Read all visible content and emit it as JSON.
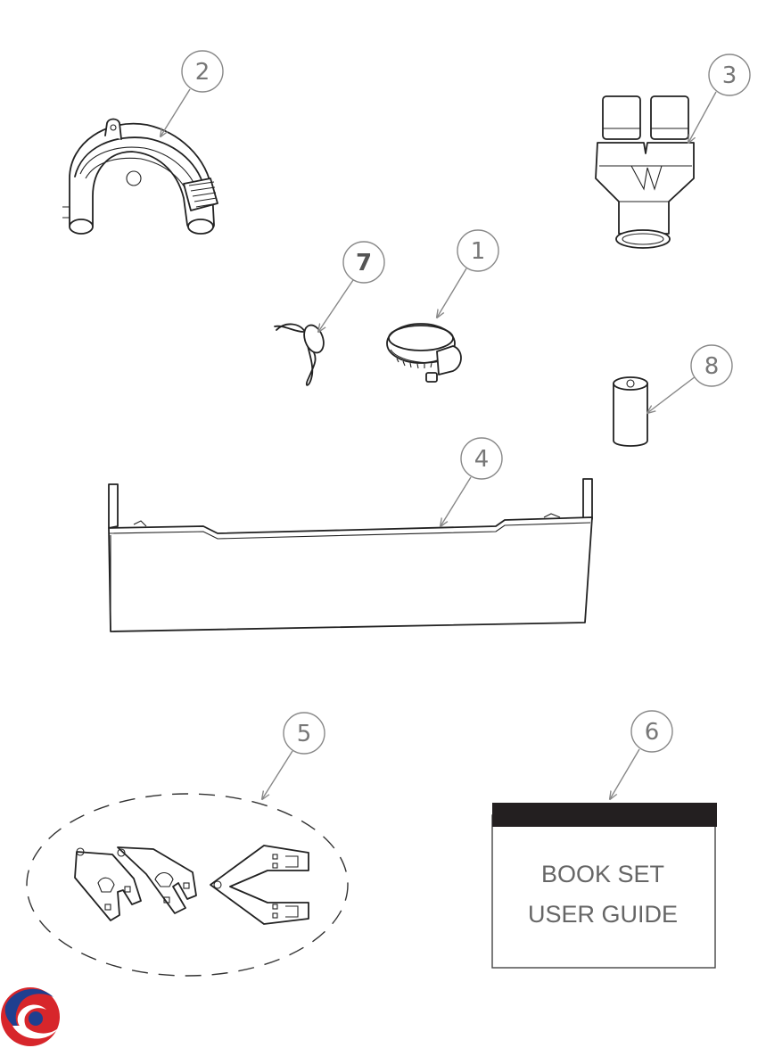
{
  "callouts": [
    {
      "id": "2",
      "label": "2",
      "bold": false
    },
    {
      "id": "3",
      "label": "3",
      "bold": false
    },
    {
      "id": "7",
      "label": "7",
      "bold": true
    },
    {
      "id": "1",
      "label": "1",
      "bold": false
    },
    {
      "id": "8",
      "label": "8",
      "bold": false
    },
    {
      "id": "4",
      "label": "4",
      "bold": false
    },
    {
      "id": "5",
      "label": "5",
      "bold": false
    },
    {
      "id": "6",
      "label": "6",
      "bold": false
    }
  ],
  "book": {
    "line1": "BOOK SET",
    "line2": "USER GUIDE"
  },
  "colors": {
    "ink": "#222222",
    "callout": "#888888",
    "book_header": "#231f20",
    "logo_red": "#d7262b",
    "logo_blue": "#1f3f8f"
  },
  "icons": {
    "logo": "brand-logo-icon"
  }
}
